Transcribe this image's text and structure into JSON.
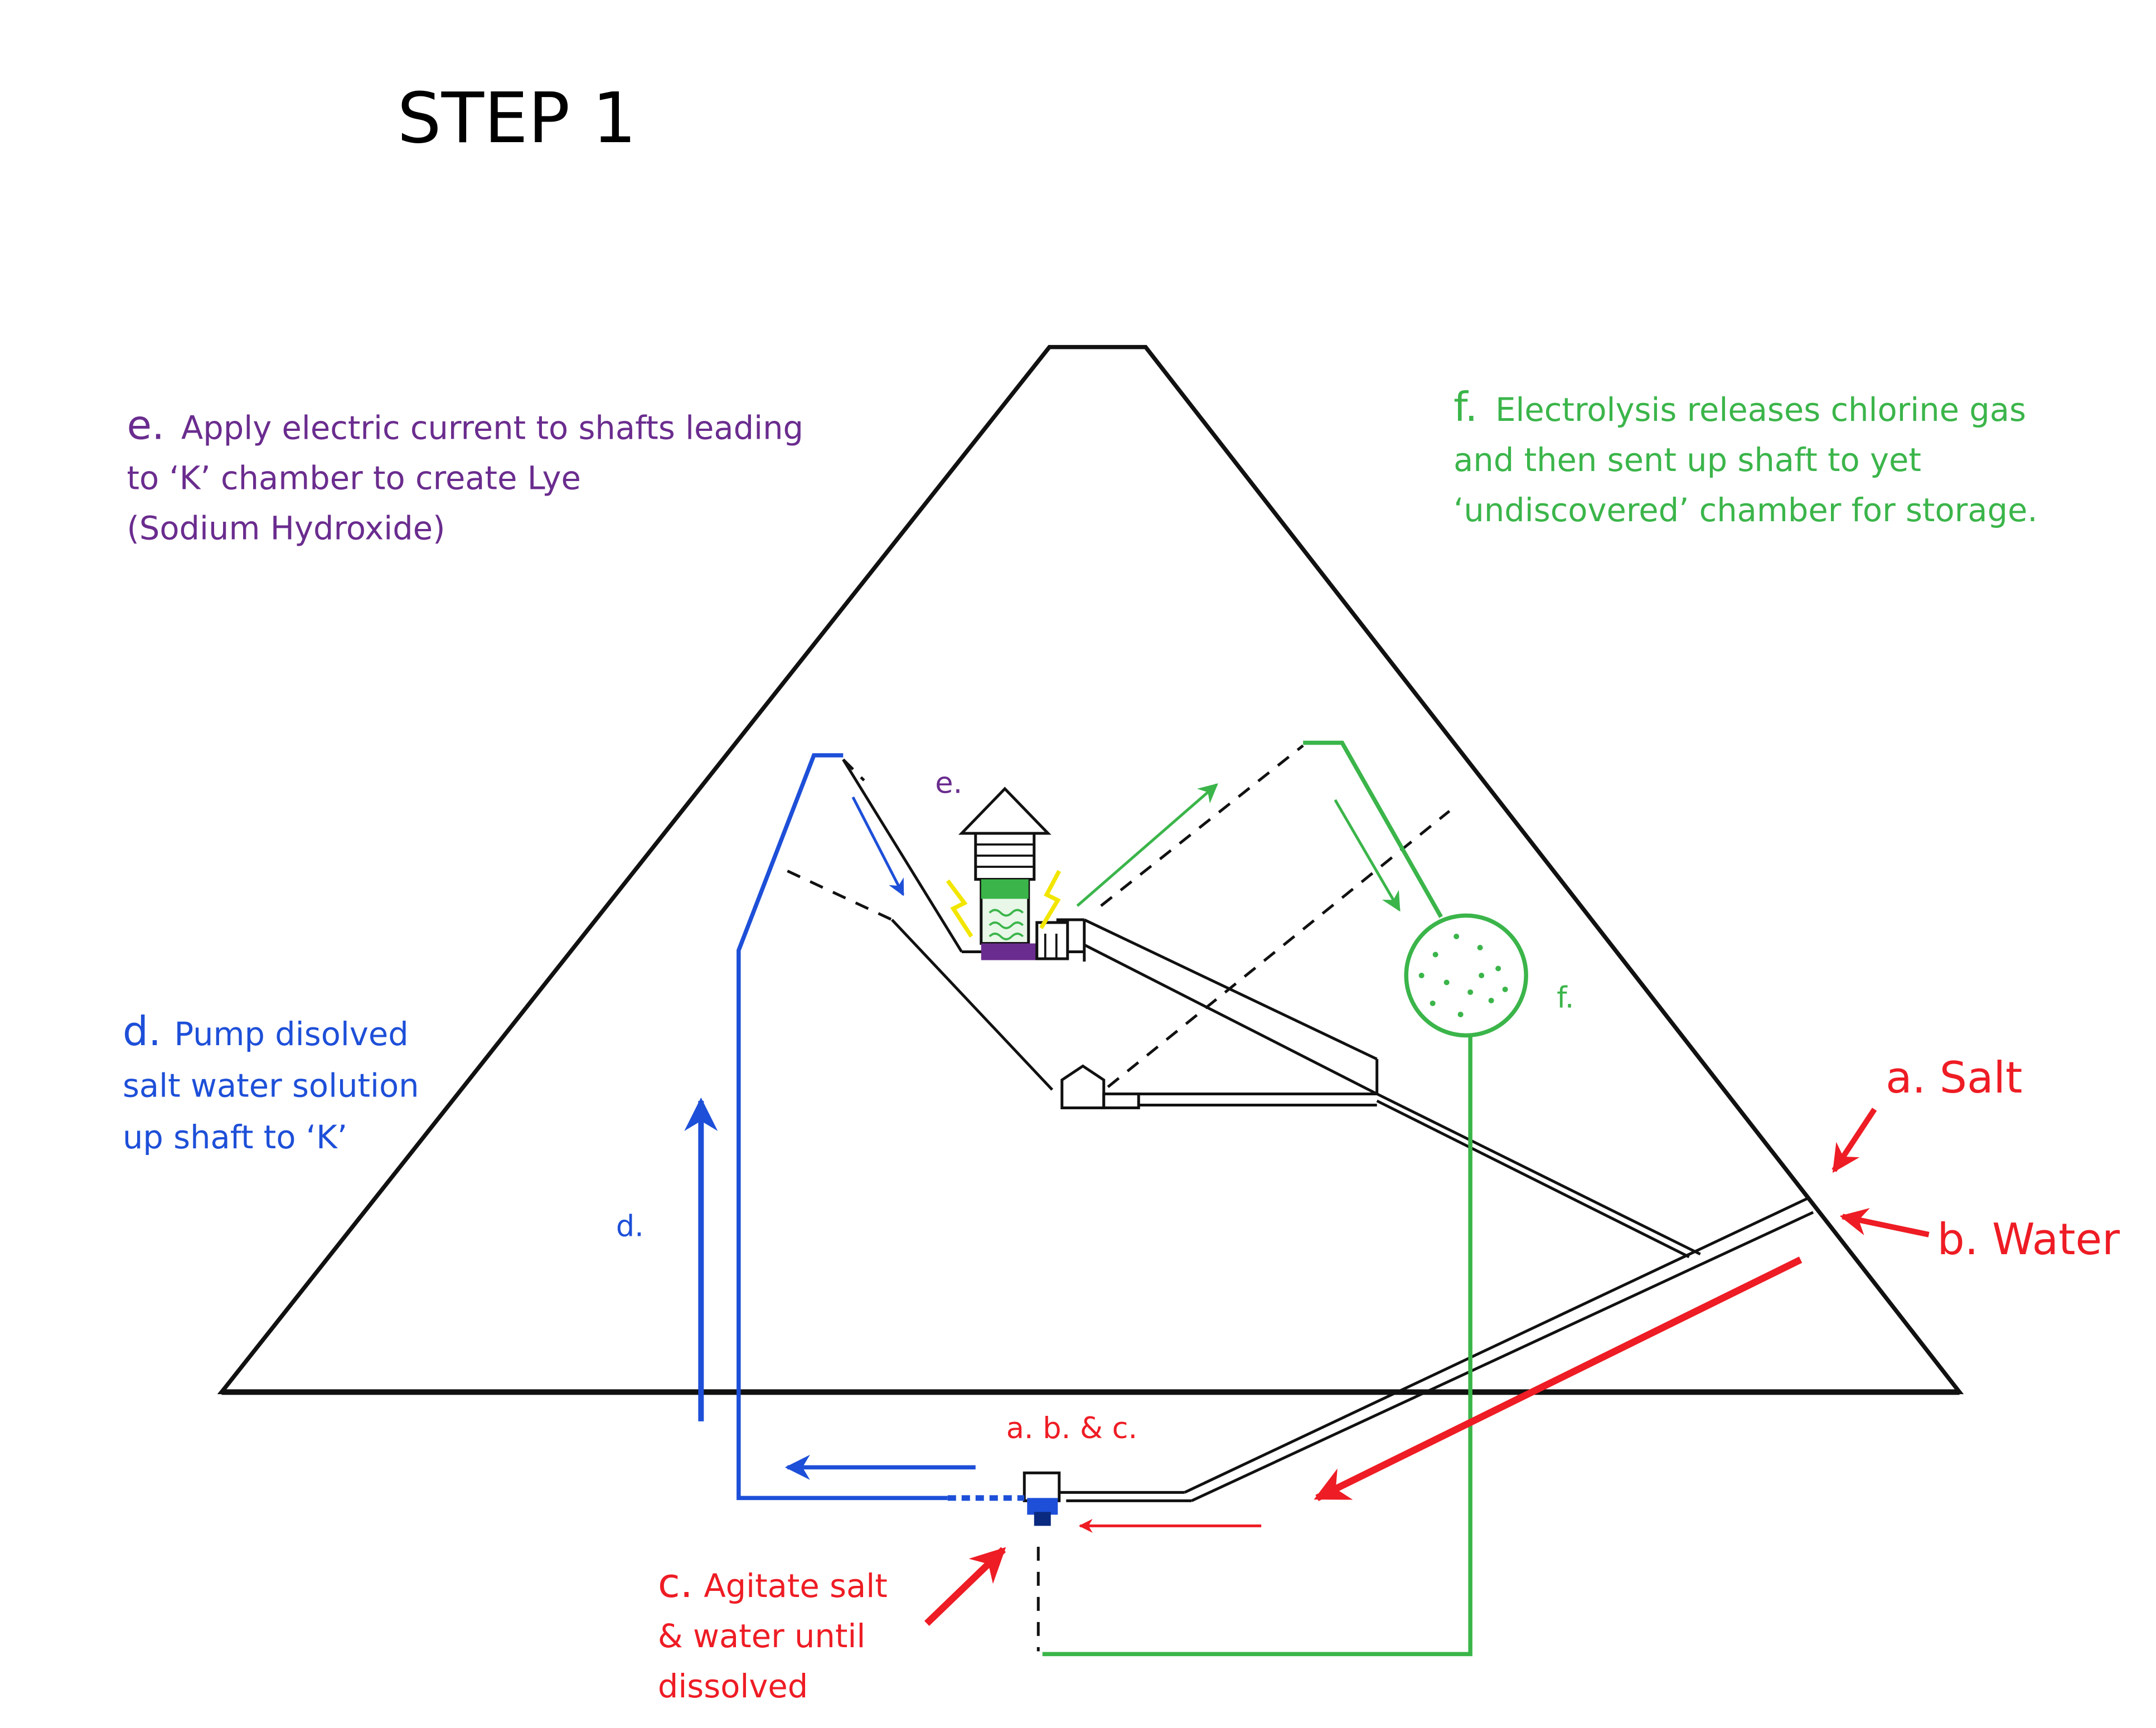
{
  "title": "STEP 1",
  "colors": {
    "outline": "#111111",
    "red": "#ee1c24",
    "blue": "#1d4fd8",
    "green": "#3bb54a",
    "purple": "#6a2c8e",
    "yellow": "#f2e600"
  },
  "notes": {
    "e": {
      "letter": "e.",
      "lines": [
        "Apply electric current to shafts leading",
        "to ‘K’ chamber to create Lye",
        "(Sodium Hydroxide)"
      ]
    },
    "f": {
      "letter": "f.",
      "lines": [
        "Electrolysis releases chlorine gas",
        "and then sent up shaft to yet",
        "‘undiscovered’ chamber for storage."
      ]
    },
    "d": {
      "letter": "d.",
      "lines": [
        "Pump disolved",
        "salt water solution",
        "up shaft to ‘K’"
      ]
    },
    "c": {
      "letter": "c.",
      "lines": [
        "Agitate salt",
        "& water until",
        "dissolved"
      ]
    },
    "a": {
      "text": "a. Salt"
    },
    "b": {
      "text": "b. Water"
    }
  },
  "markers": {
    "e": "e.",
    "f": "f.",
    "d": "d.",
    "abc": "a. b. & c."
  }
}
